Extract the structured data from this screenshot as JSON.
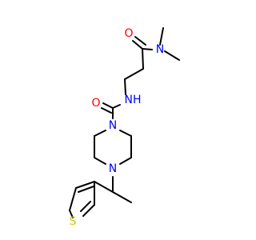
{
  "molecule": {
    "atoms": [
      {
        "id": "O1",
        "label": "O",
        "color": "#ff0000"
      },
      {
        "id": "N1",
        "label": "N",
        "color": "#0000ff"
      },
      {
        "id": "NH",
        "label": "NH",
        "color": "#0000ff"
      },
      {
        "id": "O2",
        "label": "O",
        "color": "#ff0000"
      },
      {
        "id": "N2",
        "label": "N",
        "color": "#0000ff"
      },
      {
        "id": "N3",
        "label": "N",
        "color": "#0000ff"
      },
      {
        "id": "S1",
        "label": "S",
        "color": "#cccc00"
      }
    ]
  }
}
